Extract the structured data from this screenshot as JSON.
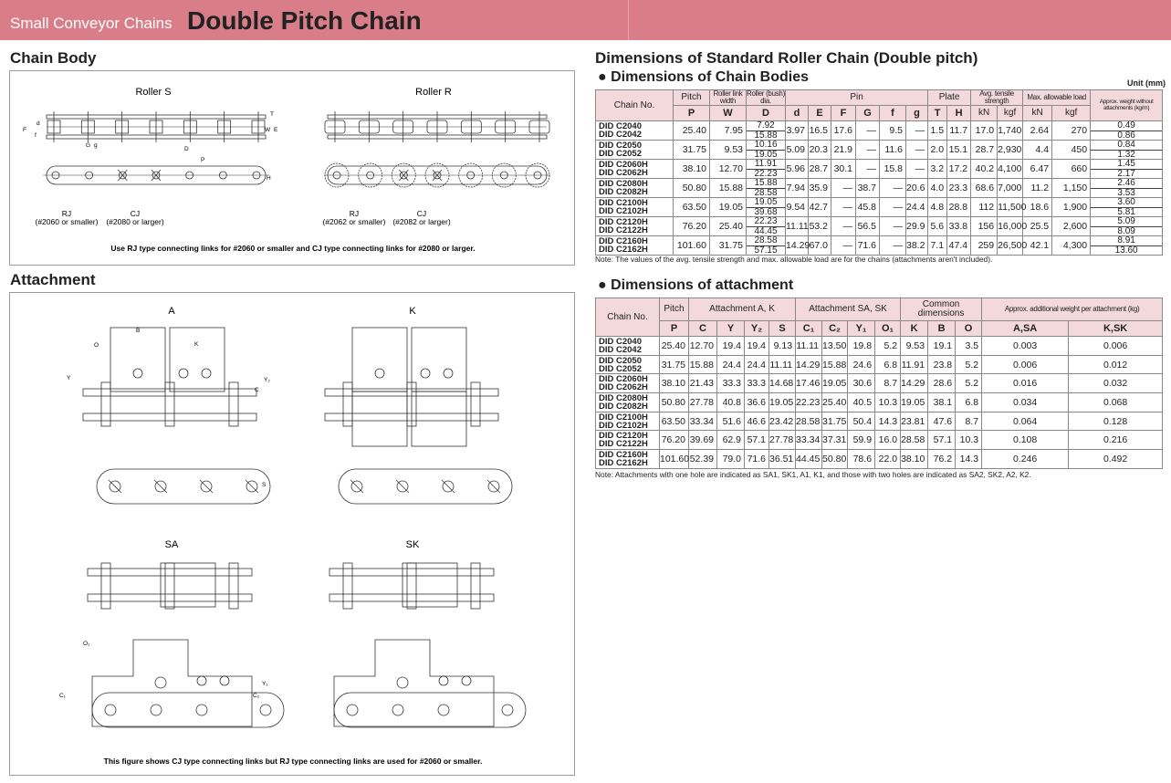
{
  "header": {
    "category": "Small Conveyor Chains",
    "title": "Double Pitch Chain",
    "accent": "#d97d88"
  },
  "chain_body": {
    "heading": "Chain Body",
    "roller_s": {
      "label": "Roller S",
      "rj": "RJ",
      "rj_note": "(#2060 or smaller)",
      "cj": "CJ",
      "cj_note": "(#2080 or larger)"
    },
    "roller_r": {
      "label": "Roller R",
      "rj": "RJ",
      "rj_note": "(#2062 or smaller)",
      "cj": "CJ",
      "cj_note": "(#2082 or larger)"
    },
    "dim_labels": {
      "T": "T",
      "W": "W",
      "E": "E",
      "F": "F",
      "f": "f",
      "d": "d",
      "G": "G",
      "g": "g",
      "D": "D",
      "P": "P",
      "H": "H"
    },
    "note": "Use RJ type connecting links for #2060 or smaller and CJ type connecting links for #2080 or larger."
  },
  "attachment": {
    "heading": "Attachment",
    "types": {
      "A": "A",
      "K": "K",
      "SA": "SA",
      "SK": "SK"
    },
    "dim_labels": {
      "B": "B",
      "K": "K",
      "O": "O",
      "O1": "O₁",
      "Y": "Y",
      "Y1": "Y₁",
      "Y2": "Y₂",
      "C": "C",
      "C1": "C₁",
      "C2": "C₂",
      "S": "S"
    },
    "note": "This figure shows CJ type connecting links but RJ type connecting links are used for #2060 or smaller."
  },
  "table1": {
    "heading": "Dimensions of Standard Roller Chain (Double pitch)",
    "subheading": "● Dimensions of Chain Bodies",
    "unit": "Unit (mm)",
    "headers": {
      "chain_no": "Chain No.",
      "pitch": "Pitch",
      "pitch_sym": "P",
      "w": "Roller link width",
      "w_sym": "W",
      "d": "Roller (bush) dia.",
      "d_sym": "D",
      "pin": "Pin",
      "pin_cols": [
        "d",
        "E",
        "F",
        "G",
        "f",
        "g"
      ],
      "plate": "Plate",
      "plate_cols": [
        "T",
        "H"
      ],
      "tensile": "Avg. tensile strength",
      "load": "Max. allowable load",
      "kn": "kN",
      "kgf": "kgf",
      "weight": "Approx. weight without attachments (kg/m)"
    },
    "rows": [
      {
        "no": [
          "DID C2040",
          "DID C2042"
        ],
        "P": "25.40",
        "W": "7.95",
        "D": [
          "7.92",
          "15.88"
        ],
        "d": "3.97",
        "E": "16.5",
        "F": "17.6",
        "G": "—",
        "f": "9.5",
        "g": "—",
        "T": "1.5",
        "H": "11.7",
        "ts_kn": "17.0",
        "ts_kgf": "1,740",
        "ml_kn": "2.64",
        "ml_kgf": "270",
        "wt": [
          "0.49",
          "0.86"
        ]
      },
      {
        "no": [
          "DID C2050",
          "DID C2052"
        ],
        "P": "31.75",
        "W": "9.53",
        "D": [
          "10.16",
          "19.05"
        ],
        "d": "5.09",
        "E": "20.3",
        "F": "21.9",
        "G": "—",
        "f": "11.6",
        "g": "—",
        "T": "2.0",
        "H": "15.1",
        "ts_kn": "28.7",
        "ts_kgf": "2,930",
        "ml_kn": "4.4",
        "ml_kgf": "450",
        "wt": [
          "0.84",
          "1.32"
        ]
      },
      {
        "no": [
          "DID C2060H",
          "DID C2062H"
        ],
        "P": "38.10",
        "W": "12.70",
        "D": [
          "11.91",
          "22.23"
        ],
        "d": "5.96",
        "E": "28.7",
        "F": "30.1",
        "G": "—",
        "f": "15.8",
        "g": "—",
        "T": "3.2",
        "H": "17.2",
        "ts_kn": "40.2",
        "ts_kgf": "4,100",
        "ml_kn": "6.47",
        "ml_kgf": "660",
        "wt": [
          "1.45",
          "2.17"
        ]
      },
      {
        "no": [
          "DID C2080H",
          "DID C2082H"
        ],
        "P": "50.80",
        "W": "15.88",
        "D": [
          "15.88",
          "28.58"
        ],
        "d": "7.94",
        "E": "35.9",
        "F": "—",
        "G": "38.7",
        "f": "—",
        "g": "20.6",
        "T": "4.0",
        "H": "23.3",
        "ts_kn": "68.6",
        "ts_kgf": "7,000",
        "ml_kn": "11.2",
        "ml_kgf": "1,150",
        "wt": [
          "2.46",
          "3.53"
        ]
      },
      {
        "no": [
          "DID C2100H",
          "DID C2102H"
        ],
        "P": "63.50",
        "W": "19.05",
        "D": [
          "19.05",
          "39.68"
        ],
        "d": "9.54",
        "E": "42.7",
        "F": "—",
        "G": "45.8",
        "f": "—",
        "g": "24.4",
        "T": "4.8",
        "H": "28.8",
        "ts_kn": "112",
        "ts_kgf": "11,500",
        "ml_kn": "18.6",
        "ml_kgf": "1,900",
        "wt": [
          "3.60",
          "5.81"
        ]
      },
      {
        "no": [
          "DID C2120H",
          "DID C2122H"
        ],
        "P": "76.20",
        "W": "25.40",
        "D": [
          "22.23",
          "44.45"
        ],
        "d": "11.11",
        "E": "53.2",
        "F": "—",
        "G": "56.5",
        "f": "—",
        "g": "29.9",
        "T": "5.6",
        "H": "33.8",
        "ts_kn": "156",
        "ts_kgf": "16,000",
        "ml_kn": "25.5",
        "ml_kgf": "2,600",
        "wt": [
          "5.09",
          "8.09"
        ]
      },
      {
        "no": [
          "DID C2160H",
          "DID C2162H"
        ],
        "P": "101.60",
        "W": "31.75",
        "D": [
          "28.58",
          "57.15"
        ],
        "d": "14.29",
        "E": "67.0",
        "F": "—",
        "G": "71.6",
        "f": "—",
        "g": "38.2",
        "T": "7.1",
        "H": "47.4",
        "ts_kn": "259",
        "ts_kgf": "26,500",
        "ml_kn": "42.1",
        "ml_kgf": "4,300",
        "wt": [
          "8.91",
          "13.60"
        ]
      }
    ],
    "note": "Note: The values of the avg. tensile strength and max. allowable load are for the chains (attachments aren't included)."
  },
  "table2": {
    "subheading": "● Dimensions of attachment",
    "headers": {
      "chain_no": "Chain No.",
      "pitch": "Pitch",
      "pitch_sym": "P",
      "att_ak": "Attachment A, K",
      "att_ak_cols": [
        "C",
        "Y",
        "Y₂",
        "S"
      ],
      "att_sask": "Attachment SA, SK",
      "att_sask_cols": [
        "C₁",
        "C₂",
        "Y₁",
        "O₁"
      ],
      "common": "Common dimensions",
      "common_cols": [
        "K",
        "B",
        "O"
      ],
      "weight": "Approx. additional weight per attachment (kg)",
      "weight_cols": [
        "A,SA",
        "K,SK"
      ]
    },
    "rows": [
      {
        "no": [
          "DID C2040",
          "DID C2042"
        ],
        "vals": [
          "25.40",
          "12.70",
          "19.4",
          "19.4",
          "9.13",
          "11.11",
          "13.50",
          "19.8",
          "5.2",
          "9.53",
          "19.1",
          "3.5",
          "0.003",
          "0.006"
        ]
      },
      {
        "no": [
          "DID C2050",
          "DID C2052"
        ],
        "vals": [
          "31.75",
          "15.88",
          "24.4",
          "24.4",
          "11.11",
          "14.29",
          "15.88",
          "24.6",
          "6.8",
          "11.91",
          "23.8",
          "5.2",
          "0.006",
          "0.012"
        ]
      },
      {
        "no": [
          "DID C2060H",
          "DID C2062H"
        ],
        "vals": [
          "38.10",
          "21.43",
          "33.3",
          "33.3",
          "14.68",
          "17.46",
          "19.05",
          "30.6",
          "8.7",
          "14.29",
          "28.6",
          "5.2",
          "0.016",
          "0.032"
        ]
      },
      {
        "no": [
          "DID C2080H",
          "DID C2082H"
        ],
        "vals": [
          "50.80",
          "27.78",
          "40.8",
          "36.6",
          "19.05",
          "22.23",
          "25.40",
          "40.5",
          "10.3",
          "19.05",
          "38.1",
          "6.8",
          "0.034",
          "0.068"
        ]
      },
      {
        "no": [
          "DID C2100H",
          "DID C2102H"
        ],
        "vals": [
          "63.50",
          "33.34",
          "51.6",
          "46.6",
          "23.42",
          "28.58",
          "31.75",
          "50.4",
          "14.3",
          "23.81",
          "47.6",
          "8.7",
          "0.064",
          "0.128"
        ]
      },
      {
        "no": [
          "DID C2120H",
          "DID C2122H"
        ],
        "vals": [
          "76.20",
          "39.69",
          "62.9",
          "57.1",
          "27.78",
          "33.34",
          "37.31",
          "59.9",
          "16.0",
          "28.58",
          "57.1",
          "10.3",
          "0.108",
          "0.216"
        ]
      },
      {
        "no": [
          "DID C2160H",
          "DID C2162H"
        ],
        "vals": [
          "101.60",
          "52.39",
          "79.0",
          "71.6",
          "36.51",
          "44.45",
          "50.80",
          "78.6",
          "22.0",
          "38.10",
          "76.2",
          "14.3",
          "0.246",
          "0.492"
        ]
      }
    ],
    "note": "Note: Attachments with one hole are indicated as SA1, SK1, A1, K1, and those with two holes are indicated as SA2, SK2, A2, K2."
  }
}
